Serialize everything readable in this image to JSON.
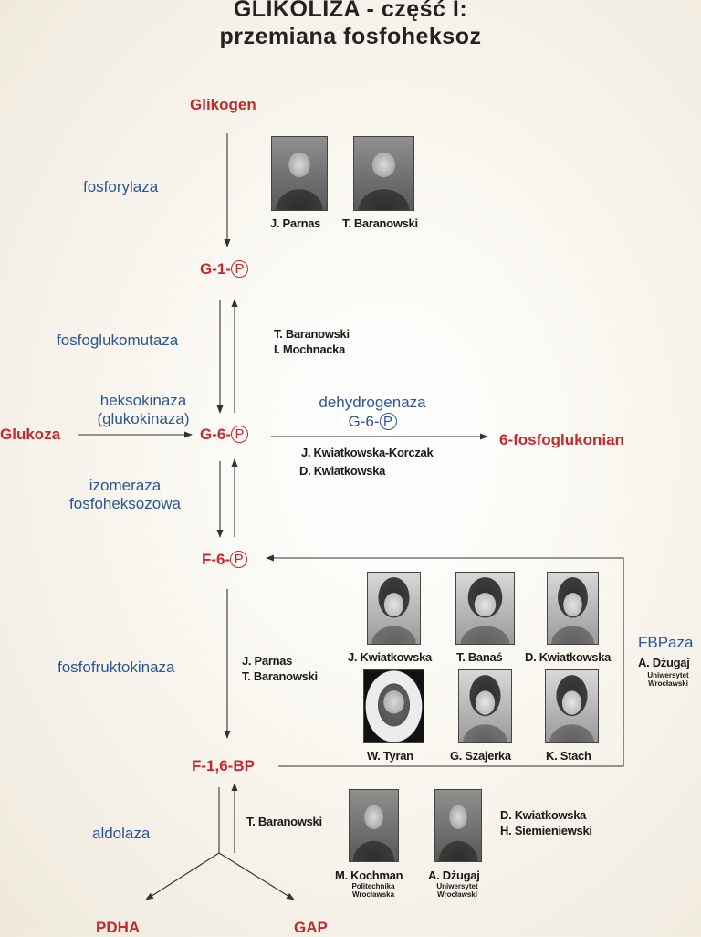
{
  "title": {
    "line1": "GLIKOLIZA - część I:",
    "line2": "przemiana fosfoheksoz"
  },
  "metabolites": {
    "glikogen": "Glikogen",
    "g1p_prefix": "G-1-",
    "g6p_prefix": "G-6-",
    "f6p_prefix": "F-6-",
    "phosphate": "P",
    "glukoza": "Glukoza",
    "fosfoglukonian": "6-fosfoglukonian",
    "f16bp": "F-1,6-BP",
    "pdha": "PDHA",
    "gap": "GAP"
  },
  "enzymes": {
    "fosforylaza": "fosforylaza",
    "fosfoglukomutaza": "fosfoglukomutaza",
    "heksokinaza_1": "heksokinaza",
    "heksokinaza_2": "(glukokinaza)",
    "dehydrogenaza_1": "dehydrogenaza",
    "dehydrogenaza_2_prefix": "G-6-",
    "izomeraza_1": "izomeraza",
    "izomeraza_2": "fosfoheksozowa",
    "fosfofruktokinaza": "fosfofruktokinaza",
    "fbpaza": "FBPaza",
    "aldolaza": "aldolaza"
  },
  "researchers": {
    "parnas_photo": "J. Parnas",
    "baranowski_photo": "T. Baranowski",
    "mutaza_1": "T. Baranowski",
    "mutaza_2": "I. Mochnacka",
    "dehydro_1": "J. Kwiatkowska-Korczak",
    "dehydro_2": "D. Kwiatkowska",
    "pfk_1": "J. Parnas",
    "pfk_2": "T. Baranowski",
    "jkwiatkowska": "J. Kwiatkowska",
    "tbanas": "T. Banaś",
    "dkwiatkowska": "D. Kwiatkowska",
    "wtyran": "W. Tyran",
    "gszajerka": "G. Szajerka",
    "kstach": "K. Stach",
    "fbp_name": "A. Dżugaj",
    "fbp_inst_1": "Uniwersytet",
    "fbp_inst_2": "Wrocławski",
    "aldo_text": "T. Baranowski",
    "kochman": "M. Kochman",
    "kochman_inst_1": "Politechnika",
    "kochman_inst_2": "Wrocławska",
    "dzugaj": "A. Dżugaj",
    "dzugaj_inst_1": "Uniwersytet",
    "dzugaj_inst_2": "Wrocławski",
    "aldo_right_1": "D. Kwiatkowska",
    "aldo_right_2": "H. Siemieniewski"
  },
  "colors": {
    "metabolite": "#c8282c",
    "enzyme": "#2c5596",
    "person": "#1a1a1a"
  }
}
